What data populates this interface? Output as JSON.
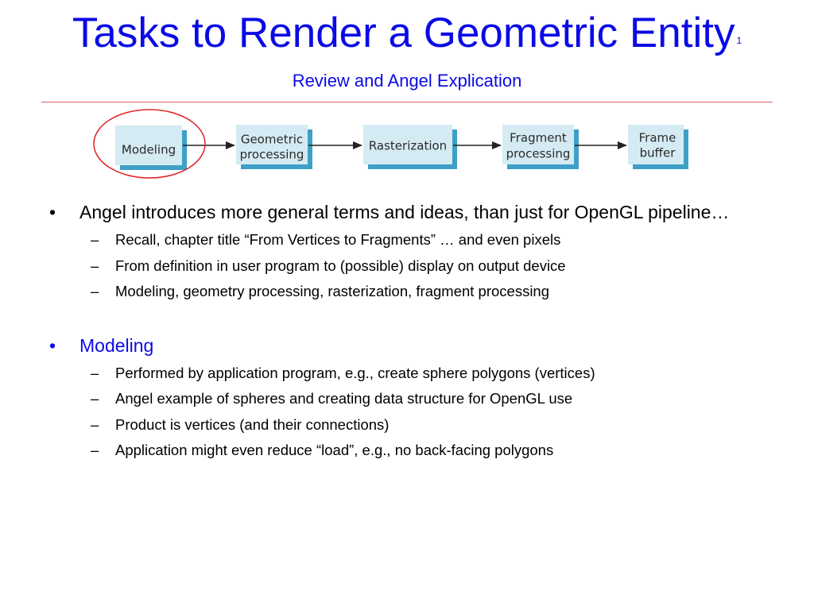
{
  "slide": {
    "title": "Tasks to Render a Geometric Entity",
    "title_suffix": "1",
    "subtitle": "Review and Angel Explication"
  },
  "pipeline": {
    "stages": [
      {
        "line1": "Modeling",
        "line2": ""
      },
      {
        "line1": "Geometric",
        "line2": "processing"
      },
      {
        "line1": "Rasterization",
        "line2": ""
      },
      {
        "line1": "Fragment",
        "line2": "processing"
      },
      {
        "line1": "Frame",
        "line2": "buffer"
      }
    ],
    "highlighted_stage": "Modeling",
    "colors": {
      "box_fill": "#d4ebf3",
      "box_shadow": "#3ea0c6",
      "arrow": "#222222",
      "highlight_circle": "#e02020"
    }
  },
  "bullets": [
    {
      "marker": "•",
      "text": "Angel introduces more general terms and ideas, than just for OpenGL pipeline…",
      "subitems": [
        {
          "marker": "–",
          "text": "Recall, chapter title “From Vertices to Fragments” … and even pixels"
        },
        {
          "marker": "–",
          "text": "From definition in user program to (possible) display on output device"
        },
        {
          "marker": "–",
          "text": "Modeling, geometry processing, rasterization, fragment processing"
        }
      ]
    },
    {
      "marker": "•",
      "text": "Modeling",
      "subitems": [
        {
          "marker": "–",
          "text": "Performed by application program, e.g., create sphere polygons (vertices)"
        },
        {
          "marker": "–",
          "text": "Angel example of spheres and creating data structure for OpenGL use"
        },
        {
          "marker": "–",
          "text": "Product is vertices (and their connections)"
        },
        {
          "marker": "–",
          "text": "Application might even reduce “load”, e.g., no back-facing polygons"
        }
      ]
    }
  ],
  "colors": {
    "title": "#0a0ae6",
    "rule": "#e06060",
    "text": "#000000"
  }
}
